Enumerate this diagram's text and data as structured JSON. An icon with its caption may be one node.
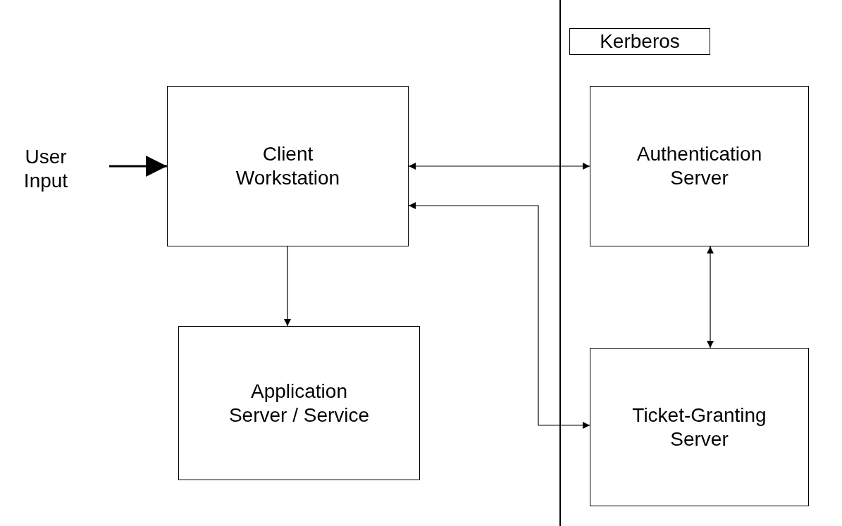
{
  "diagram": {
    "nodes": [
      {
        "text": [
          "User Input"
        ]
      },
      {
        "text": [
          "Client Workstation"
        ]
      },
      {
        "text": [
          "Application Server / Service"
        ]
      },
      {
        "text": [
          "Kerberos"
        ]
      },
      {
        "text": [
          "Authentication Server"
        ]
      },
      {
        "text": [
          "Ticket-Granting Server"
        ]
      }
    ],
    "edges": [
      {
        "from": 0,
        "to": 1,
        "arrow": "to",
        "style": "thick"
      },
      {
        "from": 1,
        "to": 4,
        "arrow": "both"
      },
      {
        "from": 5,
        "to": 1,
        "arrow": "both"
      },
      {
        "from": 1,
        "to": 2,
        "arrow": "to"
      },
      {
        "from": 4,
        "to": 5,
        "arrow": "both"
      }
    ]
  }
}
